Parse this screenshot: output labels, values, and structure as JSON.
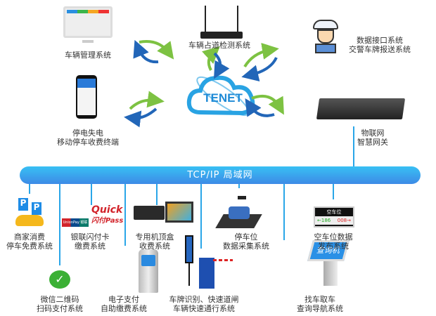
{
  "network_bus": {
    "label": "TCP/IP  局域网"
  },
  "cloud": {
    "logo_text": "TENET"
  },
  "top_nodes": [
    {
      "lines": [
        "车辆管理系统"
      ]
    },
    {
      "lines": [
        "车辆占道检测系统"
      ]
    },
    {
      "lines": [
        "数据接口系统",
        "交警车牌报送系统"
      ]
    },
    {
      "lines": [
        "停电失电",
        "移动停车收费终端"
      ]
    },
    {
      "lines": [
        "物联网",
        "智慧网关"
      ]
    }
  ],
  "bottom_nodes": [
    {
      "lines": [
        "商家消费",
        "停车免费系统"
      ]
    },
    {
      "lines": [
        "微信二维码",
        "扫码支付系统"
      ]
    },
    {
      "lines": [
        "银联闪付卡",
        "缴费系统"
      ]
    },
    {
      "lines": [
        "电子支付",
        "自助缴费系统"
      ]
    },
    {
      "lines": [
        "专用机顶盒",
        "收费系统"
      ]
    },
    {
      "lines": [
        "车牌识别、快速道闸",
        "车辆快速通行系统"
      ]
    },
    {
      "lines": [
        "停车位",
        "数据采集系统"
      ]
    },
    {
      "lines": [
        "找车取车",
        "查询导航系统"
      ]
    },
    {
      "lines": [
        "空车位数据",
        "发布系统"
      ]
    }
  ],
  "parking_sign": {
    "title": "空车位",
    "left": "←186",
    "right": "008→"
  },
  "kiosk_screen": "查询机",
  "quickpass": {
    "brand": "Quick",
    "sub": "闪付Pass",
    "unionpay": "UnionPay 银联"
  },
  "colors": {
    "bus": "#3aa0ee",
    "line": "#2aa6e8",
    "arrow_green": "#7dc242",
    "arrow_blue": "#2266b8",
    "cloud": "#29a3e3"
  }
}
